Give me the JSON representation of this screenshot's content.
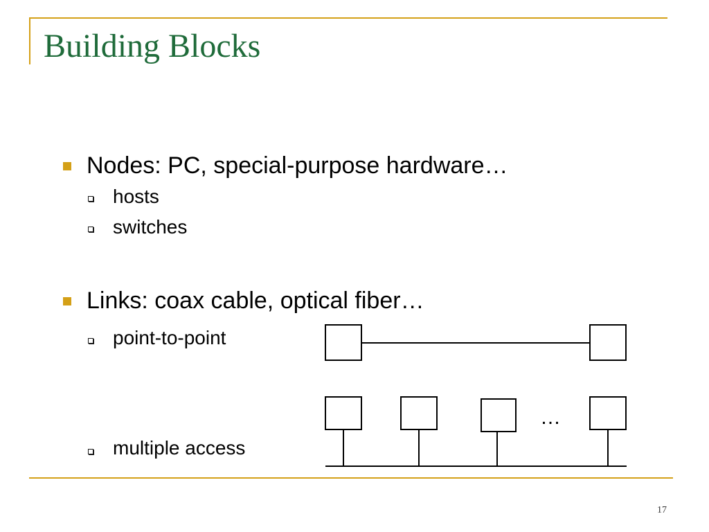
{
  "slide": {
    "title": "Building Blocks",
    "page_number": "17"
  },
  "bullets": {
    "nodes": {
      "text": "Nodes: PC, special-purpose hardware…",
      "subitems": [
        "hosts",
        "switches"
      ]
    },
    "links": {
      "text": "Links: coax cable, optical fiber…",
      "subitems": [
        "point-to-point",
        "multiple access"
      ]
    }
  },
  "diagram": {
    "ellipsis": "…"
  },
  "colors": {
    "accent": "#d4a017",
    "title": "#1f6b3a"
  }
}
